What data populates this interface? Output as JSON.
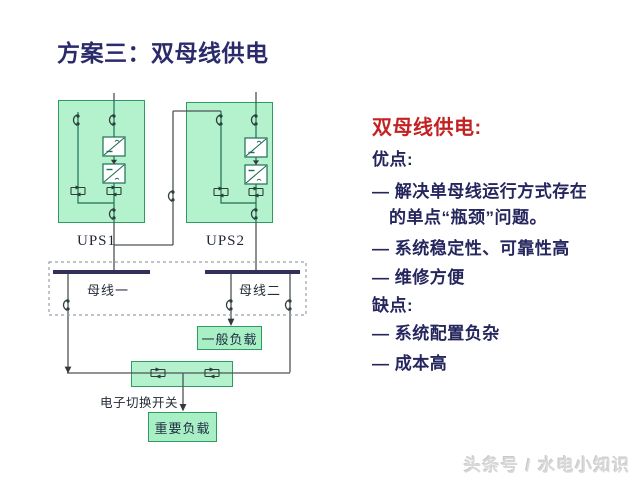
{
  "slide": {
    "title": "方案三：双母线供电",
    "watermark": "头条号 / 水电小知识"
  },
  "diagram": {
    "ups1": "UPS1",
    "ups2": "UPS2",
    "bus1": "母线一",
    "bus2": "母线二",
    "transfer_switch": "电子切换开关",
    "general_load": "一般负载",
    "critical_load": "重要负载"
  },
  "notes": {
    "heading": "双母线供电:",
    "lines": [
      "优点:",
      "— 解决单母线运行方式存在",
      "的单点“瓶颈”问题。",
      "— 系统稳定性、可靠性高",
      "— 维修方便",
      "缺点:",
      "— 系统配置负杂",
      "— 成本高"
    ]
  },
  "colors": {
    "title_navy": "#2b2b6b",
    "text_navy": "#26265e",
    "accent_red": "#c32222",
    "box_fill_mint": "#b4f1cd",
    "box_border_green": "#2f9a62",
    "wire_dark": "#4d5358",
    "wire_green": "#1e6e54",
    "bus_navy": "#30305a",
    "watermark_gray": "#d8d8d8"
  }
}
